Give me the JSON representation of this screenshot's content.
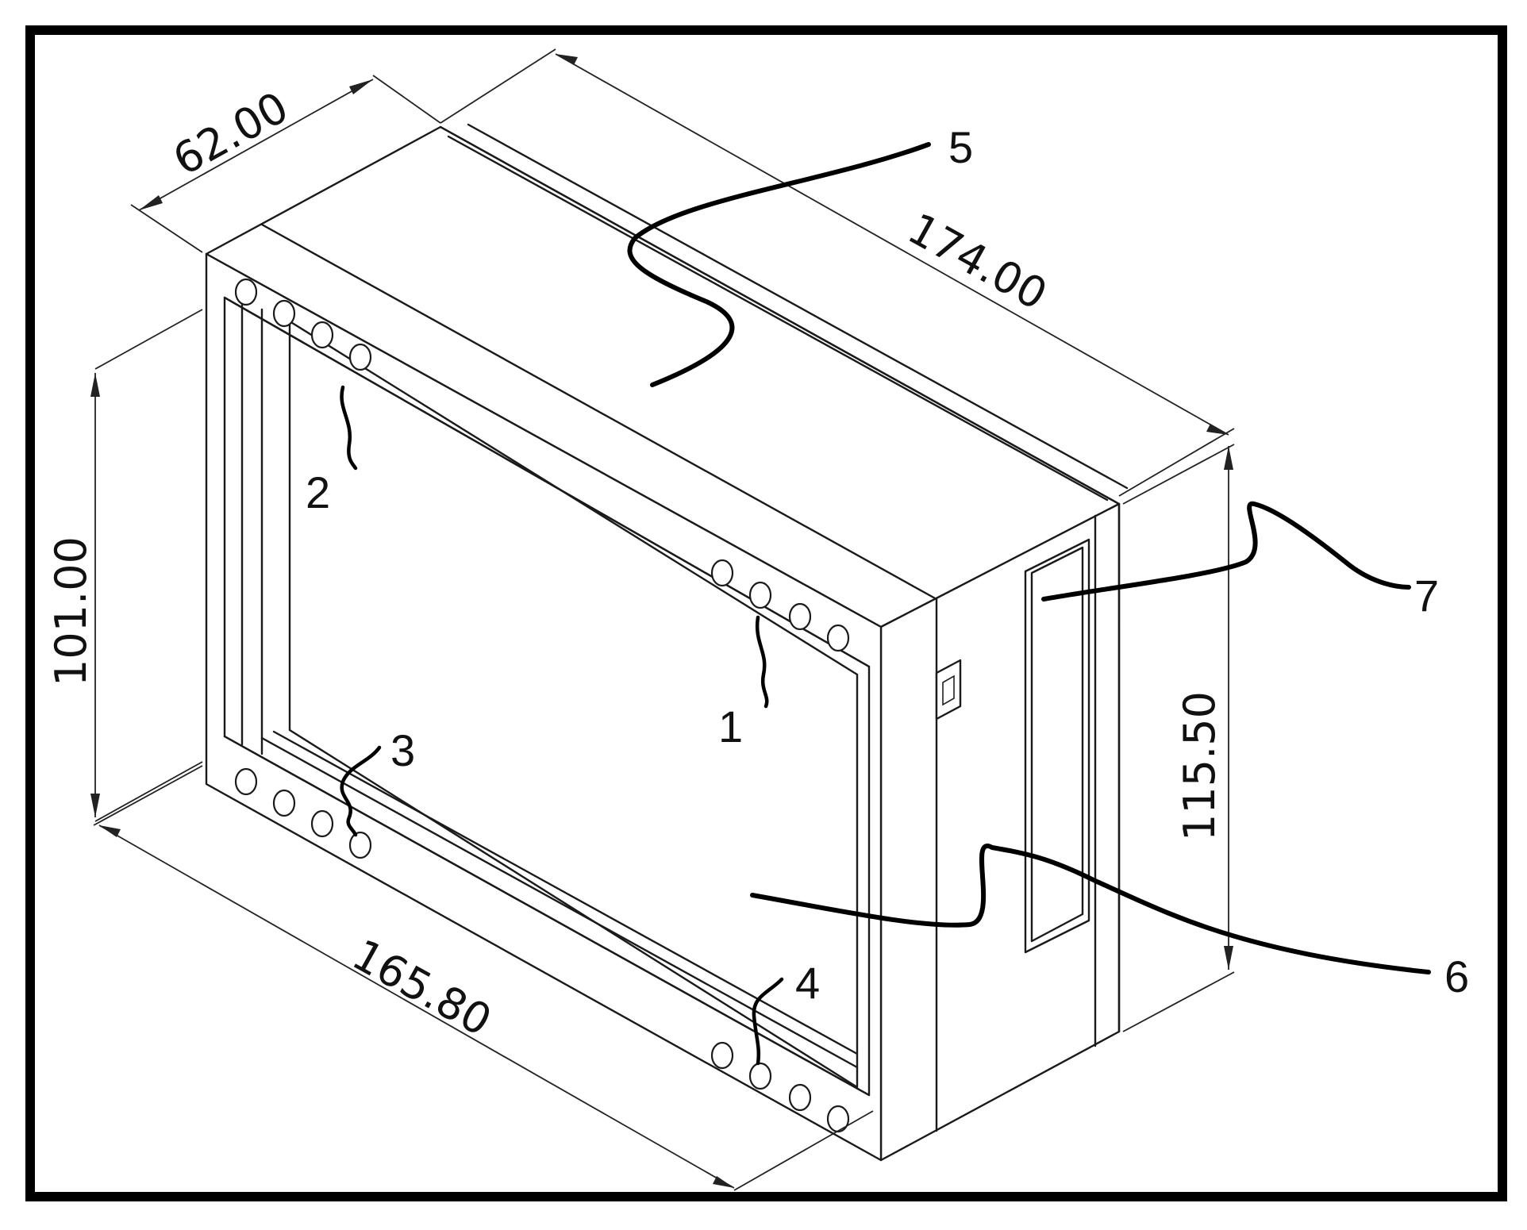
{
  "dimensions": {
    "depth_top": "62.00",
    "length_top": "174.00",
    "height_left": "101.00",
    "width_bottom": "165.80",
    "height_right": "115.50"
  },
  "callouts": [
    "1",
    "2",
    "3",
    "4",
    "5",
    "6",
    "7"
  ]
}
